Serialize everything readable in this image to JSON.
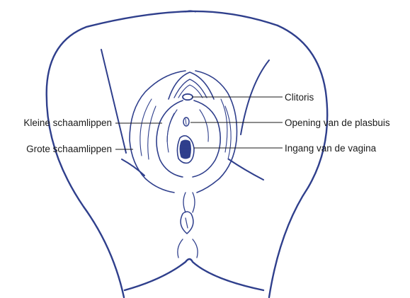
{
  "labels": {
    "clitoris": "Clitoris",
    "plasbuis": "Opening van de plasbuis",
    "vagina": "Ingang van de vagina",
    "kleine": "Kleine schaamlippen",
    "grote": "Grote schaamlippen"
  },
  "colors": {
    "ink": "#2f3f8c",
    "text": "#1a1a1a",
    "background": "#ffffff"
  }
}
